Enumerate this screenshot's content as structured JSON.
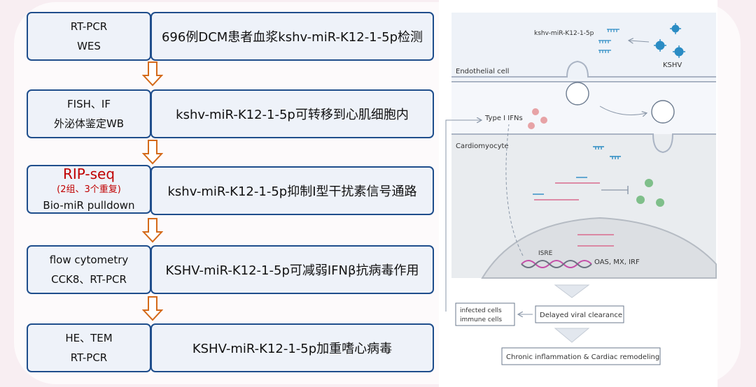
{
  "steps": [
    {
      "methods": [
        "RT-PCR",
        "WES"
      ],
      "finding": "696例DCM患者血浆kshv-miR-K12-1-5p检测"
    },
    {
      "methods": [
        "FISH、IF",
        "外泌体鉴定WB"
      ],
      "finding": "kshv-miR-K12-1-5p可转移到心肌细胞内"
    },
    {
      "methods": [
        "RIP-seq",
        "(2组、3个重复)",
        "Bio-miR pulldown"
      ],
      "finding": "kshv-miR-K12-1-5p抑制I型干扰素信号通路"
    },
    {
      "methods": [
        "flow cytometry",
        "CCK8、RT-PCR"
      ],
      "finding": "KSHV-miR-K12-1-5p可减弱IFNβ抗病毒作用"
    },
    {
      "methods": [
        "HE、TEM",
        "RT-PCR"
      ],
      "finding": "KSHV-miR-K12-1-5p加重嗜心病毒"
    }
  ],
  "diagram": {
    "mirna_label": "kshv-miR-K12-1-5p",
    "virus_label": "KSHV",
    "endothelial_label": "Endothelial cell",
    "type1_label": "Type I IFNs",
    "cardiomyocyte_label": "Cardiomyocyte",
    "isre_label": "ISRE",
    "genes_label": "OAS, MX, IRF",
    "infected_label_1": "infected cells",
    "infected_label_2": "immune cells",
    "delayed_label": "Delayed viral clearance",
    "chronic_label": "Chronic inflammation & Cardiac remodeling"
  },
  "colors": {
    "box_border": "#1f4e8c",
    "box_fill": "#eef2f9",
    "arrow": "#d46a1a",
    "highlight": "#c00000",
    "virus": "#2b8cc4",
    "virus_green": "#7fbf8a"
  }
}
